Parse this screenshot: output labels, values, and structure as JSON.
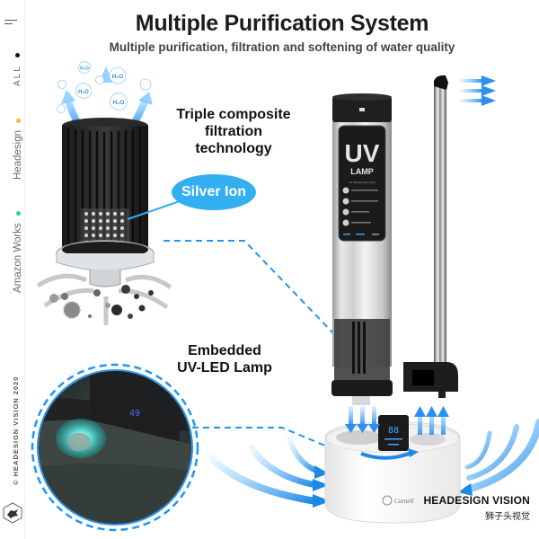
{
  "header": {
    "title": "Multiple Purification System",
    "subtitle": "Multiple purification, filtration and softening of water quality"
  },
  "sidebar": {
    "menu_icon": "hamburger-icon",
    "items": [
      {
        "label": "ALL",
        "dot_color": "#111111"
      },
      {
        "label": "Headesign",
        "dot_color": "#f5b731"
      },
      {
        "label": "Amazon Works",
        "dot_color": "#27d87a"
      }
    ],
    "copyright": "© HEADESIGN VISION 2020",
    "logo_icon": "lion-head-logo-icon"
  },
  "callouts": {
    "filtration": [
      "Triple composite",
      "filtration",
      "technology"
    ],
    "silver_ion": "Silver Ion",
    "uv_led": [
      "Embedded",
      "UV-LED Lamp"
    ]
  },
  "filter": {
    "molecule_label": "H₂O"
  },
  "uv_lamp": {
    "big_text": "UV",
    "sub_text": "LAMP",
    "caption": "UV Sterilizing Lamp"
  },
  "inset": {
    "display_value": "49"
  },
  "purifier": {
    "display_value": "88",
    "brand_logo": "Cornell"
  },
  "branding": {
    "name": "HEADESIGN VISION",
    "name_cn": "狮子头视觉"
  },
  "colors": {
    "accent_blue": "#2196f3",
    "bubble_blue": "#33aef0",
    "dark": "#1e1e1e"
  }
}
